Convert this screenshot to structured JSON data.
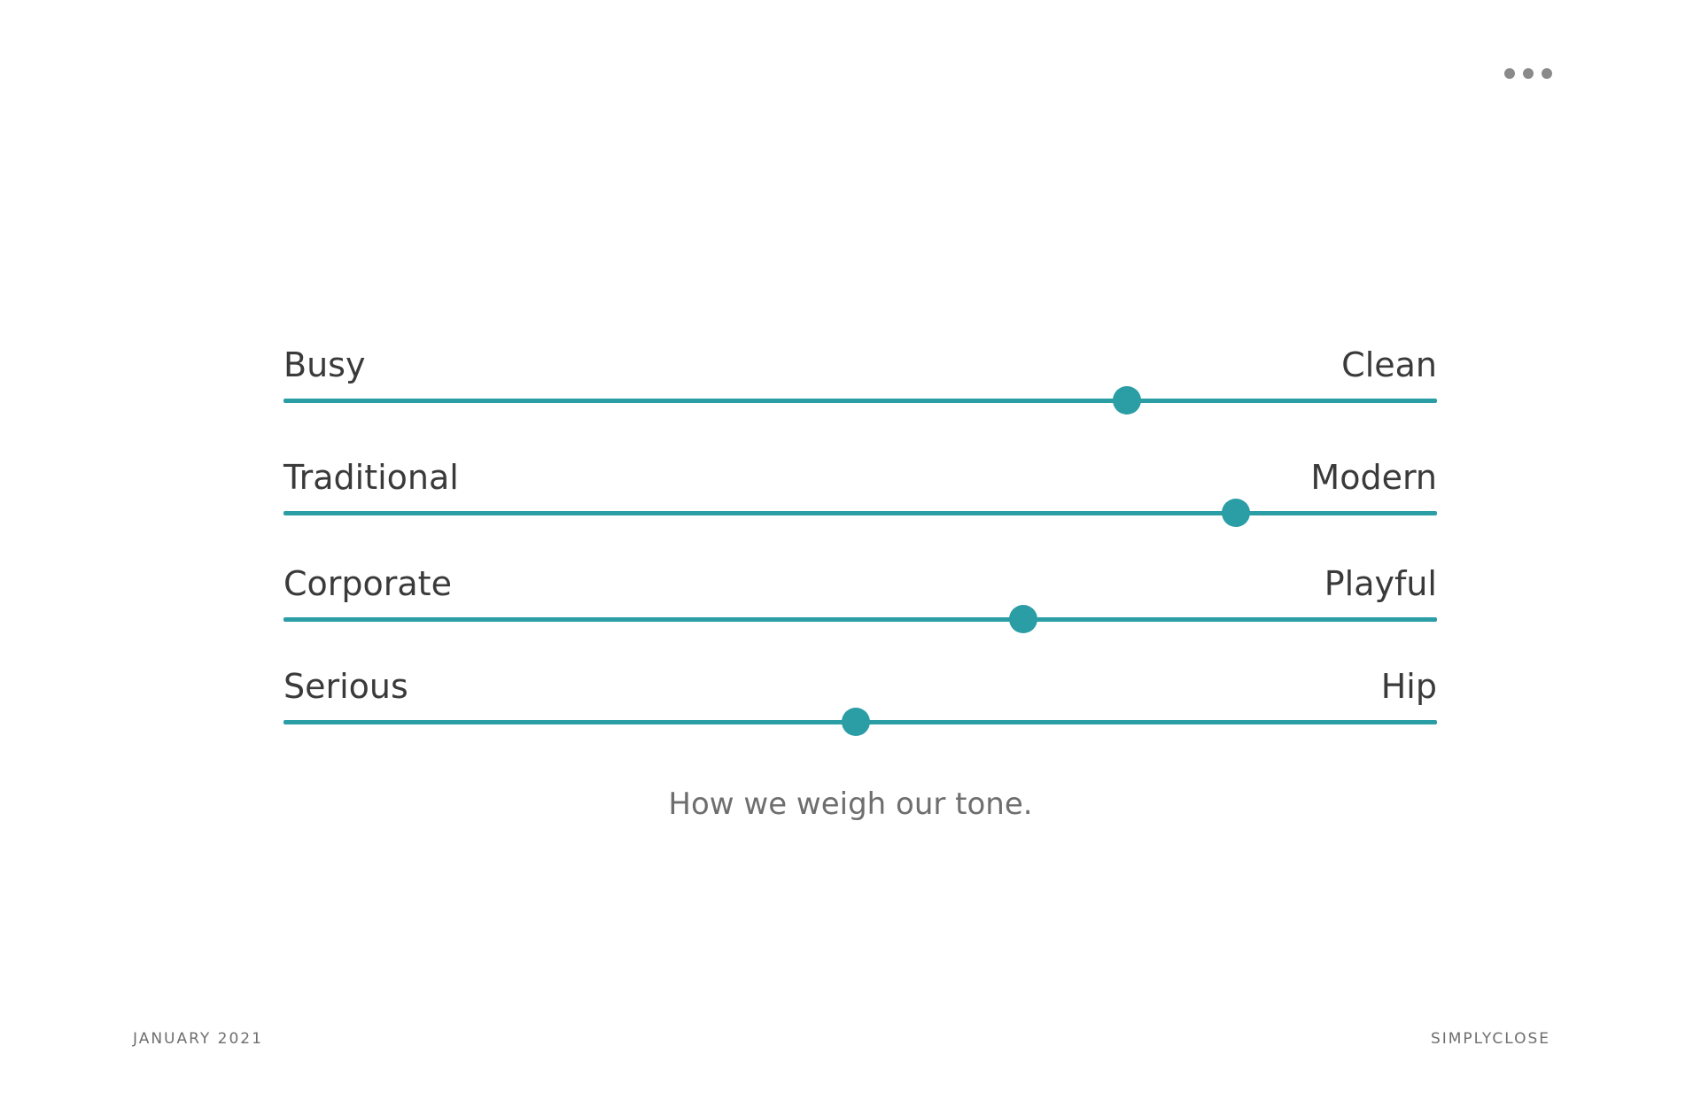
{
  "menu": {
    "icon": "more-horizontal-icon"
  },
  "scales": [
    {
      "left_label": "Busy",
      "right_label": "Clean",
      "value": 0.731
    },
    {
      "left_label": "Traditional",
      "right_label": "Modern",
      "value": 0.826
    },
    {
      "left_label": "Corporate",
      "right_label": "Playful",
      "value": 0.641
    },
    {
      "left_label": "Serious",
      "right_label": "Hip",
      "value": 0.496
    }
  ],
  "caption": "How we weigh our tone.",
  "footer": {
    "date": "JANUARY 2021",
    "brand": "SIMPLYCLOSE"
  },
  "colors": {
    "accent": "#2a9da5",
    "text": "#3a3a3a",
    "muted": "#6e6e6e"
  }
}
